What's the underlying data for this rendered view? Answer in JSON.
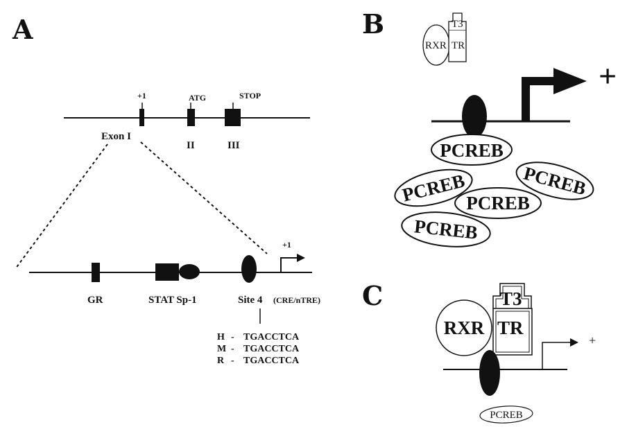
{
  "panels": {
    "a": "A",
    "b": "B",
    "c": "C"
  },
  "gene": {
    "plus_one": "+1",
    "atg": "ATG",
    "stop": "STOP",
    "exon1": "Exon I",
    "exon2": "II",
    "exon3": "III"
  },
  "promoter": {
    "tss": "+1",
    "gr": "GR",
    "stat_sp1": "STAT Sp-1",
    "site4": "Site 4",
    "site4_note": "(CRE/nTRE)"
  },
  "sequences": [
    {
      "species": "H",
      "dash": "-",
      "seq": "TGACCTCA"
    },
    {
      "species": "M",
      "dash": "-",
      "seq": "TGACCTCA"
    },
    {
      "species": "R",
      "dash": "-",
      "seq": "TGACCTCA"
    }
  ],
  "panel_b": {
    "rxr": "RXR",
    "tr": "TR",
    "t3": "T3",
    "plus": "+",
    "pcreb": [
      "PCREB",
      "PCREB",
      "PCREB",
      "PCREB",
      "PCREB"
    ]
  },
  "panel_c": {
    "rxr": "RXR",
    "tr": "TR",
    "t3": "T3",
    "plus": "+",
    "pcreb": "PCREB"
  }
}
